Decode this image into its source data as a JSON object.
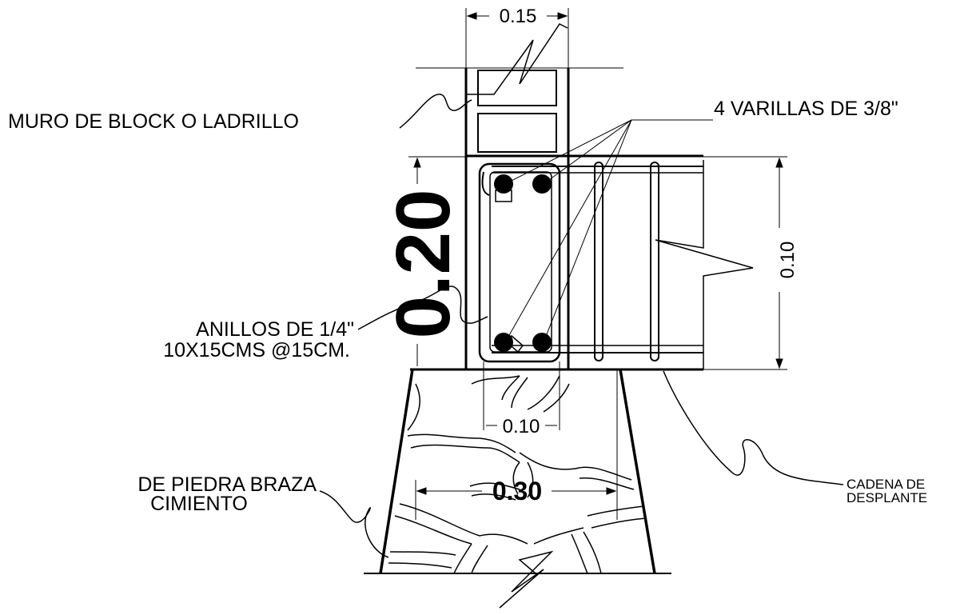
{
  "labels": {
    "wall": "MURO DE BLOCK O LADRILLO",
    "bars": "4 VARILLAS DE 3/8\"",
    "rings_line1": "ANILLOS DE 1/4\"",
    "rings_line2": "10X15CMS @15CM.",
    "foundation_line1": "DE PIEDRA BRAZA",
    "foundation_line2": "CIMIENTO",
    "chain_line1": "CADENA DE",
    "chain_line2": "DESPLANTE"
  },
  "dimensions": {
    "wall_width": "0.15",
    "chain_height": "0.20",
    "side_height": "0.10",
    "stirrup_width": "0.10",
    "foundation_width": "0.30"
  }
}
